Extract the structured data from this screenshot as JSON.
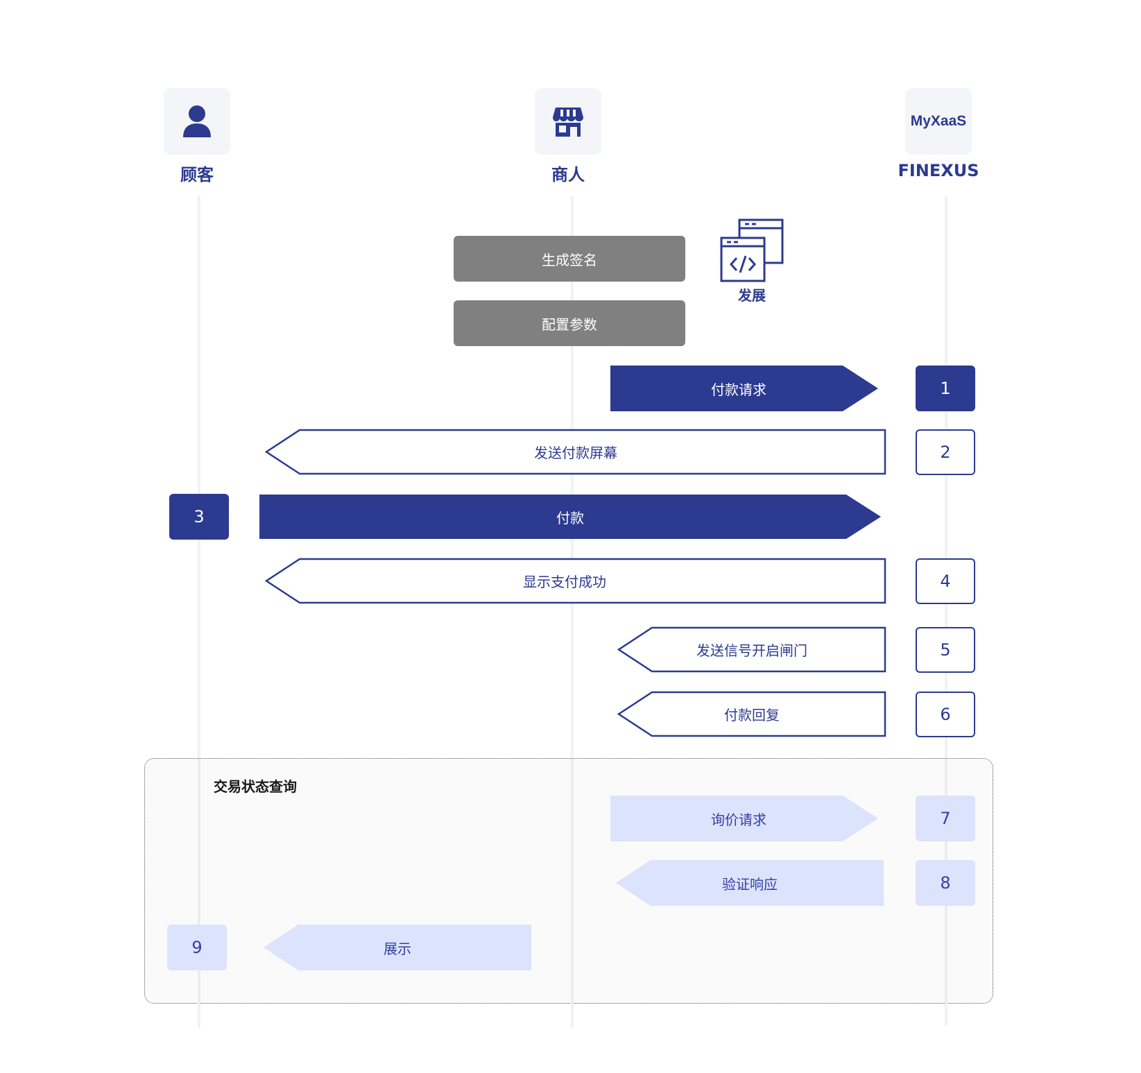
{
  "actors": [
    {
      "label": "顾客",
      "icon": "person-icon"
    },
    {
      "label": "商人",
      "icon": "store-icon"
    },
    {
      "label": "FINEXUS",
      "icon": "myxaas-logo",
      "logo_text": "MyXaaS"
    }
  ],
  "merchant_steps": {
    "generate_signature": "生成签名",
    "configure_params": "配置参数",
    "develop_label": "发展",
    "develop_icon": "code-windows-icon"
  },
  "messages": [
    {
      "number": "1",
      "label": "付款请求",
      "style": "solid"
    },
    {
      "number": "2",
      "label": "发送付款屏幕",
      "style": "outline"
    },
    {
      "number": "3",
      "label": "付款",
      "style": "solid"
    },
    {
      "number": "4",
      "label": "显示支付成功",
      "style": "outline"
    },
    {
      "number": "5",
      "label": "发送信号开启闸门",
      "style": "outline"
    },
    {
      "number": "6",
      "label": "付款回复",
      "style": "outline"
    }
  ],
  "group": {
    "title": "交易状态查询",
    "messages": [
      {
        "number": "7",
        "label": "询价请求"
      },
      {
        "number": "8",
        "label": "验证响应"
      },
      {
        "number": "9",
        "label": "展示"
      }
    ]
  },
  "colors": {
    "primary": "#2c3a8f",
    "light": "#dce3fc",
    "light_text": "#3340a6",
    "gray_box": "#808080",
    "lifeline": "#f1f2f5"
  }
}
